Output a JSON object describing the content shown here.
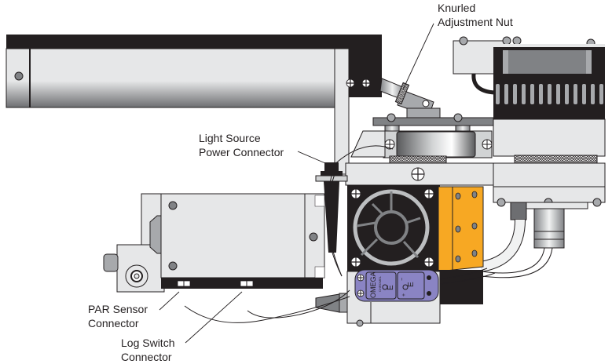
{
  "diagram": {
    "title": "Light source assembly with connectors",
    "labels": {
      "knurled_nut": [
        "Knurled",
        "Adjustment Nut"
      ],
      "light_source_power": [
        "Light Source",
        "Power Connector"
      ],
      "par_sensor": [
        "PAR Sensor",
        "Connector"
      ],
      "log_switch": [
        "Log Switch",
        "Connector"
      ]
    },
    "thermocouple_plug": {
      "brand": "OMEGA",
      "type_text": "CHROMEL",
      "letter": "E",
      "minus": "−",
      "plus": "+",
      "right_text": "E−CON",
      "const_text": "CONST"
    },
    "colors": {
      "outline": "#231f20",
      "dark": "#231f20",
      "light_gray": "#e6e7e8",
      "mid_gray": "#808285",
      "orange": "#f7a823",
      "purple": "#8a84c4"
    }
  }
}
